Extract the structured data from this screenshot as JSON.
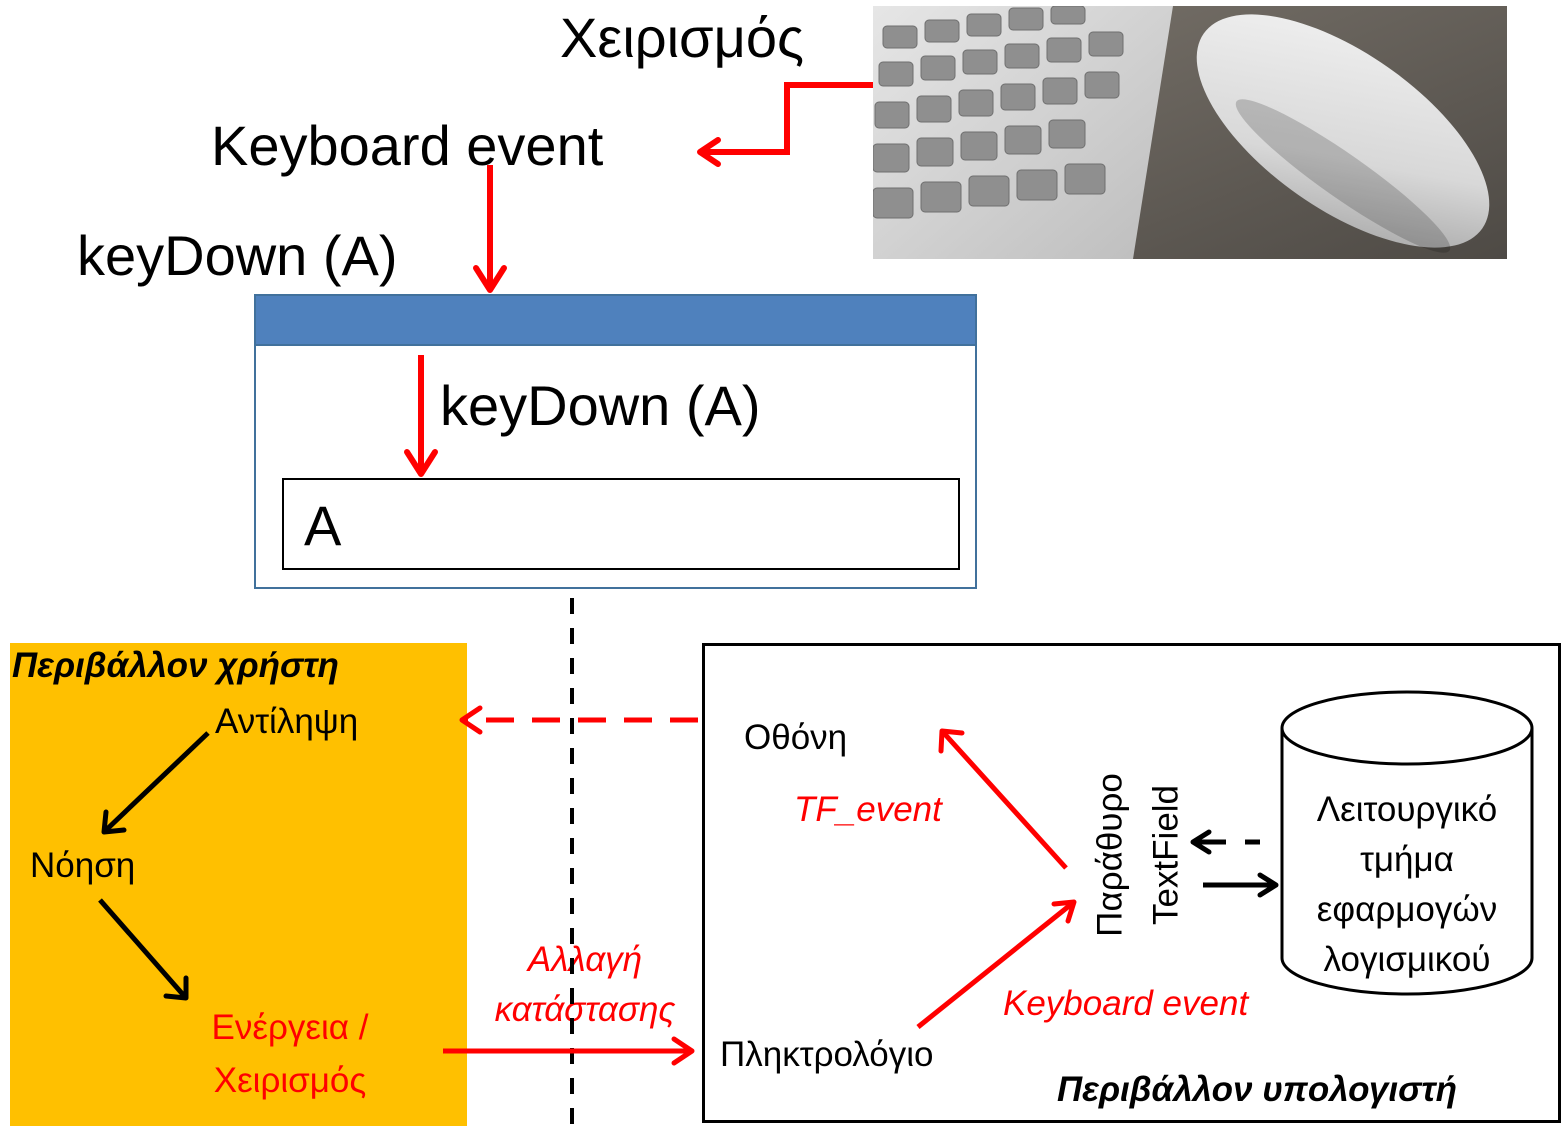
{
  "top": {
    "manipulation_label": "Χειρισμός",
    "keyboard_event_label": "Keyboard event",
    "keydown_outer_label": "keyDown (A)",
    "keydown_inner_label": "keyDown (A)",
    "textfield_value": "A",
    "photo_icon": "keyboard-and-mouse-photo"
  },
  "user_env": {
    "title": "Περιβάλλον χρήστη",
    "perception": "Αντίληψη",
    "cognition": "Νόηση",
    "action_line1": "Ενέργεια /",
    "action_line2": "Χειρισμός"
  },
  "middle": {
    "state_change_line1": "Αλλαγή",
    "state_change_line2": "κατάστασης"
  },
  "comp_env": {
    "title": "Περιβάλλον υπολογιστή",
    "screen": "Οθόνη",
    "keyboard": "Πληκτρολόγιο",
    "tf_event": "TF_event",
    "keyboard_event": "Keyboard event",
    "window_label": "Παράθυρο",
    "textfield_label": "TextField",
    "app_line1": "Λειτουργικό",
    "app_line2": "τμήμα",
    "app_line3": "εφαρμογών",
    "app_line4": "λογισμικού"
  },
  "colors": {
    "arrow_red": "#ff0000",
    "window_title": "#4f81bd",
    "user_env_bg": "#ffc000"
  }
}
